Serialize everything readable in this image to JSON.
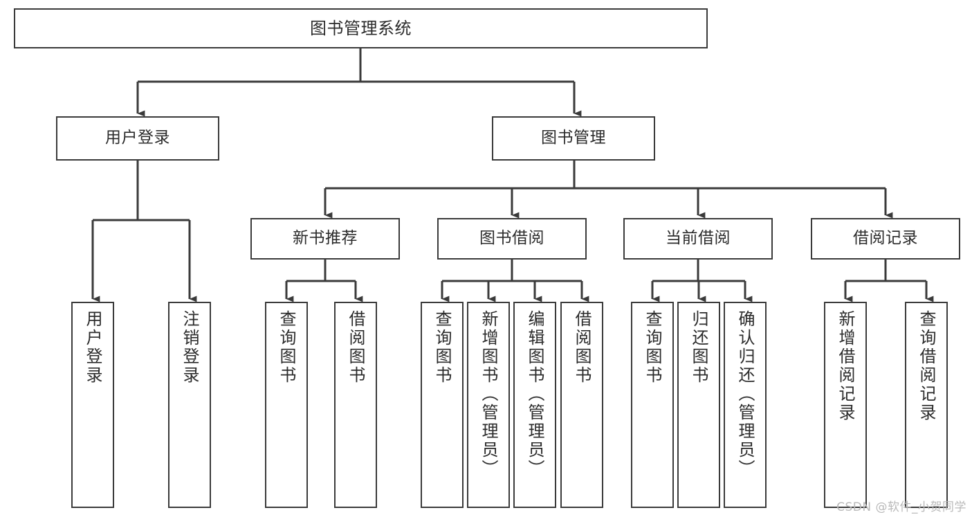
{
  "diagram": {
    "type": "tree-hierarchy",
    "title": "图书管理系统",
    "orientation": "top-down",
    "edge_color": "#3a3a3a",
    "node_border_color": "#3a3a3a",
    "node_fill_color": "#ffffff",
    "text_color": "#2b2b2b",
    "background_color": "#ffffff"
  },
  "watermark": {
    "text": "CSDN @软件_小贺同学",
    "color": "#b9b9b9"
  },
  "nodes": {
    "root": {
      "label": "图书管理系统",
      "level": 1
    },
    "level2": [
      {
        "id": "user-login",
        "label": "用户登录"
      },
      {
        "id": "book-management",
        "label": "图书管理"
      }
    ],
    "level3": [
      {
        "id": "new-book-recommend",
        "label": "新书推荐",
        "parent": "book-management"
      },
      {
        "id": "book-borrow",
        "label": "图书借阅",
        "parent": "book-management"
      },
      {
        "id": "current-borrow",
        "label": "当前借阅",
        "parent": "book-management"
      },
      {
        "id": "borrow-record",
        "label": "借阅记录",
        "parent": "book-management"
      }
    ],
    "leaves": {
      "user_login": [
        {
          "id": "leaf-user-login",
          "label": "用户登录"
        },
        {
          "id": "leaf-logout-login",
          "label": "注销登录"
        }
      ],
      "new_book_recommend": [
        {
          "id": "leaf-query-book-1",
          "label": "查询图书"
        },
        {
          "id": "leaf-borrow-book-1",
          "label": "借阅图书"
        }
      ],
      "book_borrow": [
        {
          "id": "leaf-query-book-2",
          "label": "查询图书"
        },
        {
          "id": "leaf-add-book",
          "label": "新增图书（管理员）"
        },
        {
          "id": "leaf-edit-book",
          "label": "编辑图书（管理员）"
        },
        {
          "id": "leaf-borrow-book-2",
          "label": "借阅图书"
        }
      ],
      "current_borrow": [
        {
          "id": "leaf-query-book-3",
          "label": "查询图书"
        },
        {
          "id": "leaf-return-book",
          "label": "归还图书"
        },
        {
          "id": "leaf-confirm-return",
          "label": "确认归还（管理员）"
        }
      ],
      "borrow_record": [
        {
          "id": "leaf-add-record",
          "label": "新增借阅记录"
        },
        {
          "id": "leaf-query-record",
          "label": "查询借阅记录"
        }
      ]
    }
  }
}
